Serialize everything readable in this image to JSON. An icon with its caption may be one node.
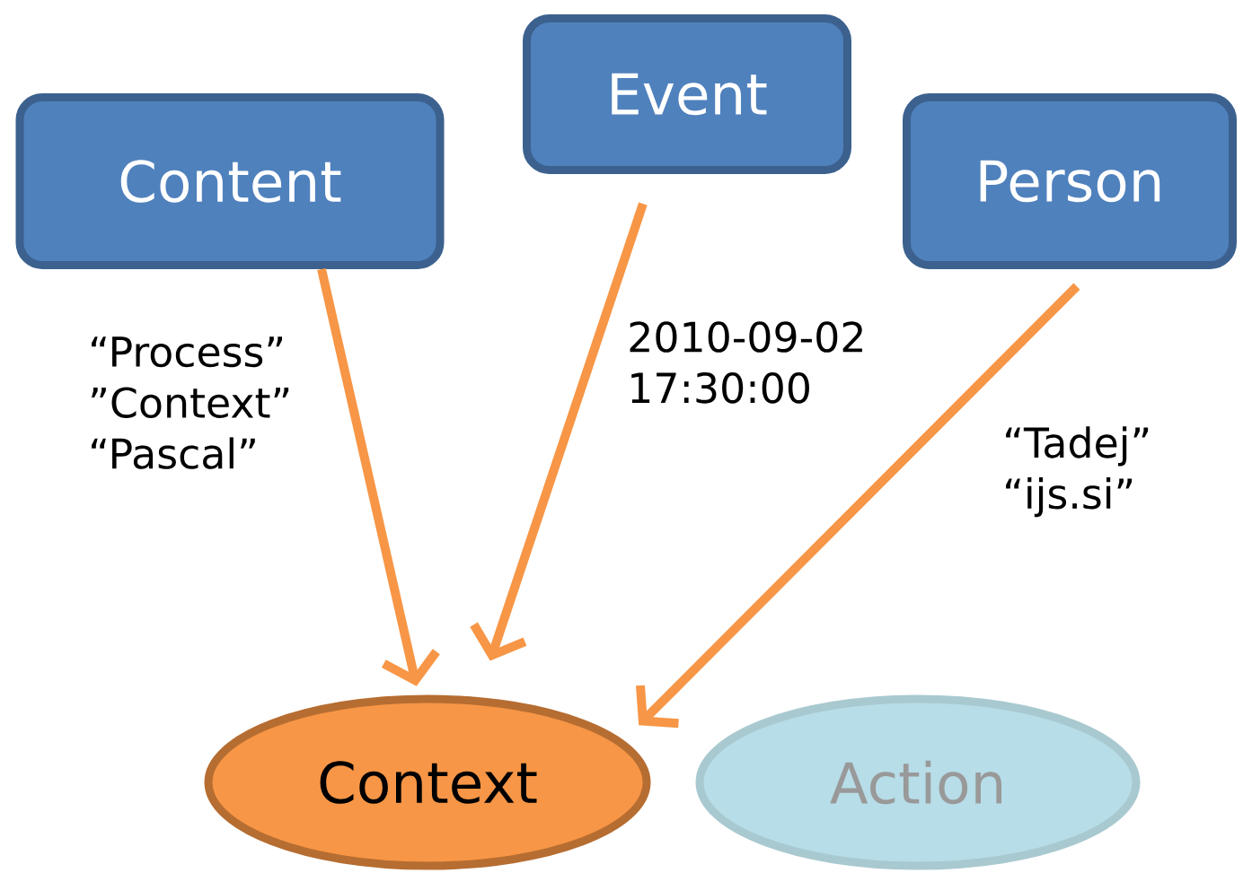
{
  "diagram": {
    "nodes": [
      {
        "text": [
          "Content"
        ]
      },
      {
        "text": [
          "Event"
        ]
      },
      {
        "text": [
          "Person"
        ]
      },
      {
        "text": [
          "Context"
        ]
      },
      {
        "text": [
          "Action"
        ]
      }
    ],
    "edges": [
      {
        "from": 0,
        "to": 3,
        "arrow": "to",
        "label": "“Process” ”Context” “Pascal”"
      },
      {
        "from": 1,
        "to": 3,
        "arrow": "to",
        "label": "2010-09-02 17:30:00"
      },
      {
        "from": 2,
        "to": 3,
        "arrow": "to",
        "label": "“Tadej” “ijs.si”"
      }
    ]
  }
}
